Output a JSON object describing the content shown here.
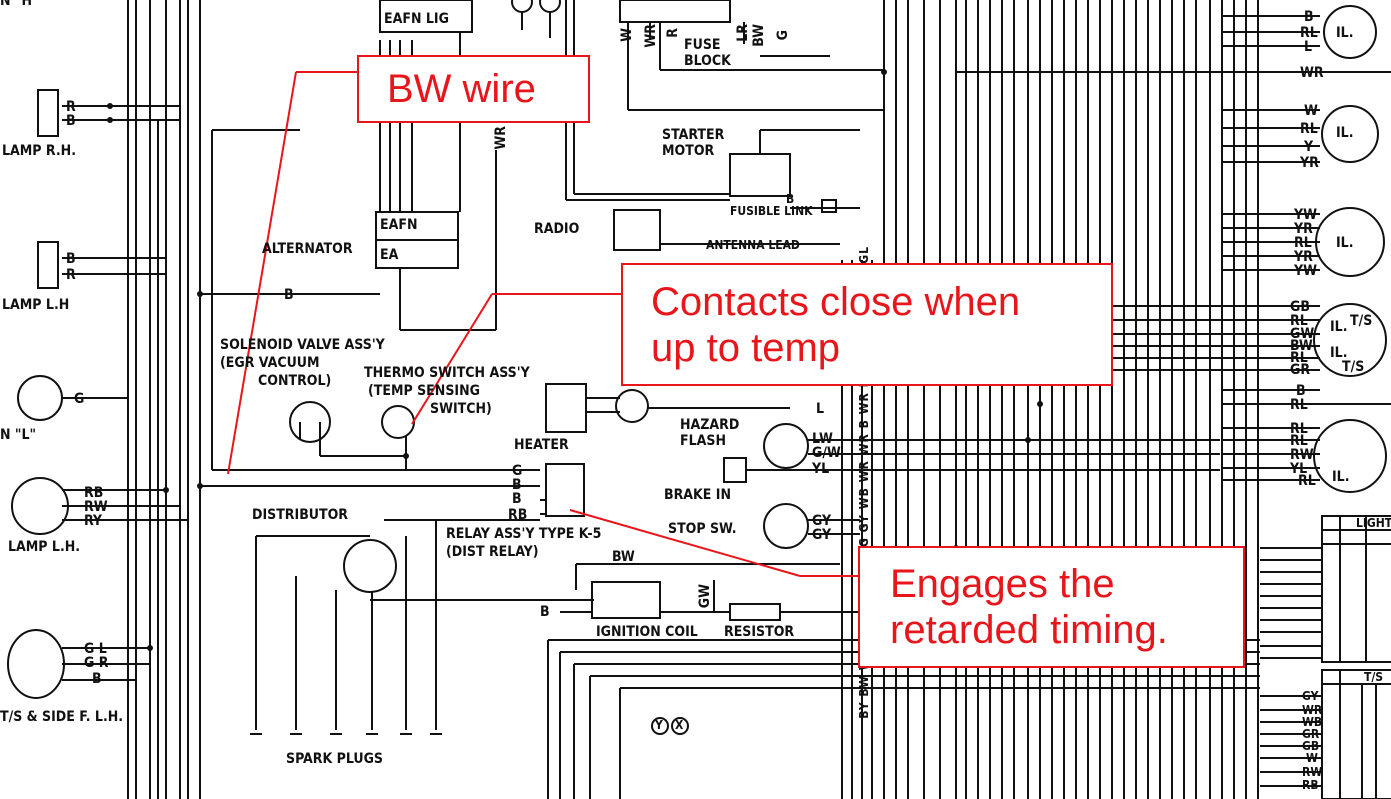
{
  "callouts": {
    "bw_wire": "BW wire",
    "contacts_line1": "Contacts close when",
    "contacts_line2": "up to temp",
    "engages_line1": "Engages the",
    "engages_line2": "retarded timing."
  },
  "colors": {
    "callout": "#e8151b",
    "ink": "#111111",
    "paper": "#ffffff"
  },
  "labels": {
    "h_top": "N \"H\"",
    "lamp_rh": "LAMP R.H.",
    "lamp_lh": "LAMP L.H",
    "horn_l": "N \"L\"",
    "lamp_lh2": "LAMP L.H.",
    "ts_side": "T/S & SIDE F. L.H.",
    "r1": "R",
    "b1": "B",
    "b2": "B",
    "r2": "R",
    "g1": "G",
    "rb": "RB",
    "rw": "RW",
    "ry": "RY",
    "gl": "G L",
    "gr": "G R",
    "b3": "B",
    "eafnlig": "EAFN LIG",
    "alternator": "ALTERNATOR",
    "eafn": "EAFN",
    "ea": "EA",
    "b_alt": "B",
    "solenoid1": "SOLENOID VALVE ASS'Y",
    "solenoid2": "(EGR VACUUM",
    "solenoid3": "CONTROL)",
    "thermo1": "THERMO SWITCH ASS'Y",
    "thermo2": "(TEMP SENSING",
    "thermo3": "SWITCH)",
    "heater": "HEATER",
    "distributor": "DISTRIBUTOR",
    "relay1": "RELAY ASS'Y TYPE K-5",
    "relay2": "(DIST RELAY)",
    "g_relay": "G",
    "b_relay1": "B",
    "b_relay2": "B",
    "rb_relay": "RB",
    "bw_dist": "BW",
    "b_coil": "B",
    "ignition_coil": "IGNITION COIL",
    "resistor": "RESISTOR",
    "gw_vert": "GW",
    "spark_plugs": "SPARK PLUGS",
    "starter1": "STARTER",
    "starter2": "MOTOR",
    "fusible_link": "FUSIBLE LINK",
    "fuse1": "FUSE",
    "fuse2": "BLOCK",
    "radio": "RADIO",
    "antenna": "ANTENNA LEAD",
    "b_fuse": "B",
    "hazard1": "HAZARD",
    "hazard2": "FLASH",
    "lw": "LW",
    "gw2": "G/W",
    "yl": "YL",
    "brake_in": "BRAKE IN",
    "stop_sw": "STOP SW.",
    "gy1": "GY",
    "gy2": "GY",
    "l_heater": "L",
    "w_top": "W",
    "wr_top": "WR",
    "r_top": "R",
    "lr_top": "LR",
    "bw_top": "BW",
    "g_top": "G",
    "wr_mid": "WR",
    "right_b": "B",
    "right_rl": "RL",
    "right_l": "L",
    "right_wr": "WR",
    "right_w": "W",
    "right_rl2": "RL",
    "right_y": "Y",
    "right_yr": "YR",
    "il1": "IL.",
    "il2": "IL.",
    "il3": "IL.",
    "il4": "IL.",
    "il5": "IL.",
    "il6": "IL.",
    "yw1": "YW",
    "yr1": "YR",
    "rl3": "RL",
    "yr2": "YR",
    "yw2": "YW",
    "gb": "GB",
    "rl4": "RL",
    "gw3": "GW",
    "bw2": "BW",
    "rl5": "RL",
    "gr2": "GR",
    "ts1": "T/S",
    "ts2": "T/S",
    "b4": "B",
    "rl6": "RL",
    "rl7": "RL",
    "rl8": "RL",
    "rw2": "RW",
    "yl2": "YL",
    "rl9": "RL",
    "light": "LIGHT",
    "ts_tbl": "T/S",
    "gy3": "GY",
    "wr3": "WR",
    "wb": "WB",
    "gr3": "GR",
    "gb2": "GB",
    "w3": "W",
    "rw3": "RW",
    "rb3": "RB",
    "bus_labels": "BY BW WR LR L   B GR GB G  GY WB WR WR B WR LR GR RB RW GW GL",
    "y_sym": "Y",
    "x_sym": "X"
  }
}
